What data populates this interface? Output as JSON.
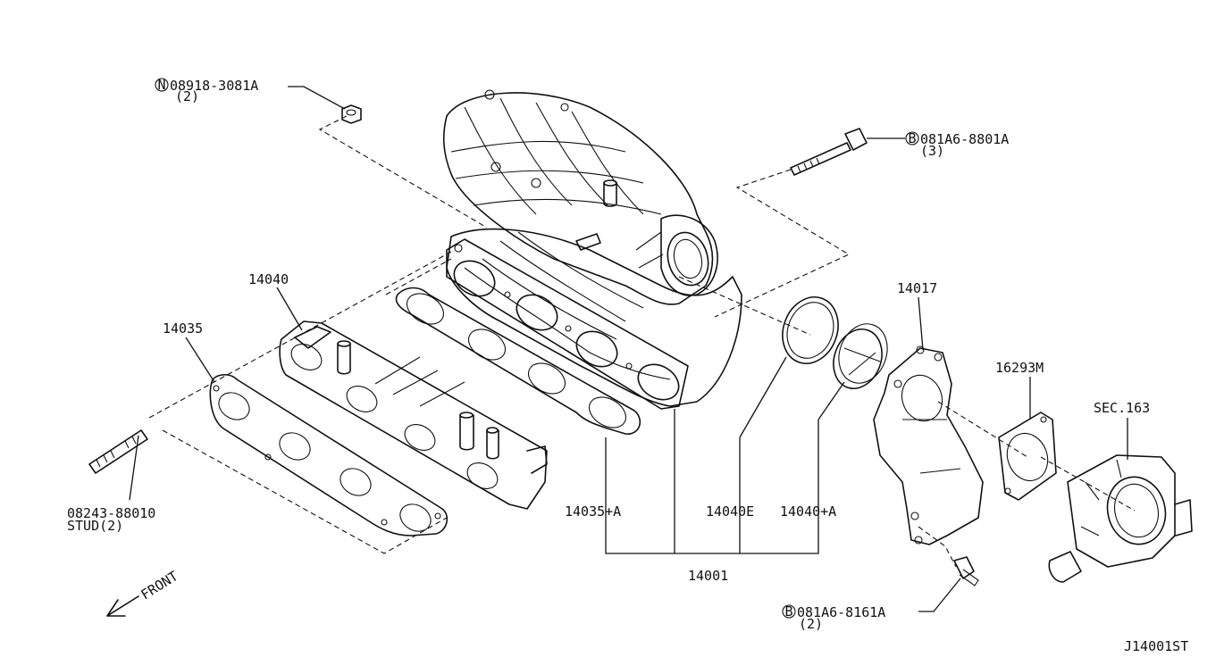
{
  "diagram": {
    "id_code": "J14001ST",
    "front_label": "FRONT",
    "callouts": [
      {
        "key": "nut",
        "prefix": "N",
        "part": "08918-3081A",
        "qty": "(2)"
      },
      {
        "key": "bolt_top",
        "prefix": "B",
        "part": "081A6-8801A",
        "qty": "(3)"
      },
      {
        "key": "bolt_bottom",
        "prefix": "B",
        "part": "081A6-8161A",
        "qty": "(2)"
      }
    ],
    "labels": {
      "p14040": "14040",
      "p14035": "14035",
      "p14017": "14017",
      "p16293M": "16293M",
      "sec163": "SEC.163",
      "stud_part": "08243-88010",
      "stud_desc": "STUD(2)",
      "p14035A": "14035+A",
      "p14040E": "14040E",
      "p14040A": "14040+A",
      "p14001": "14001"
    }
  }
}
